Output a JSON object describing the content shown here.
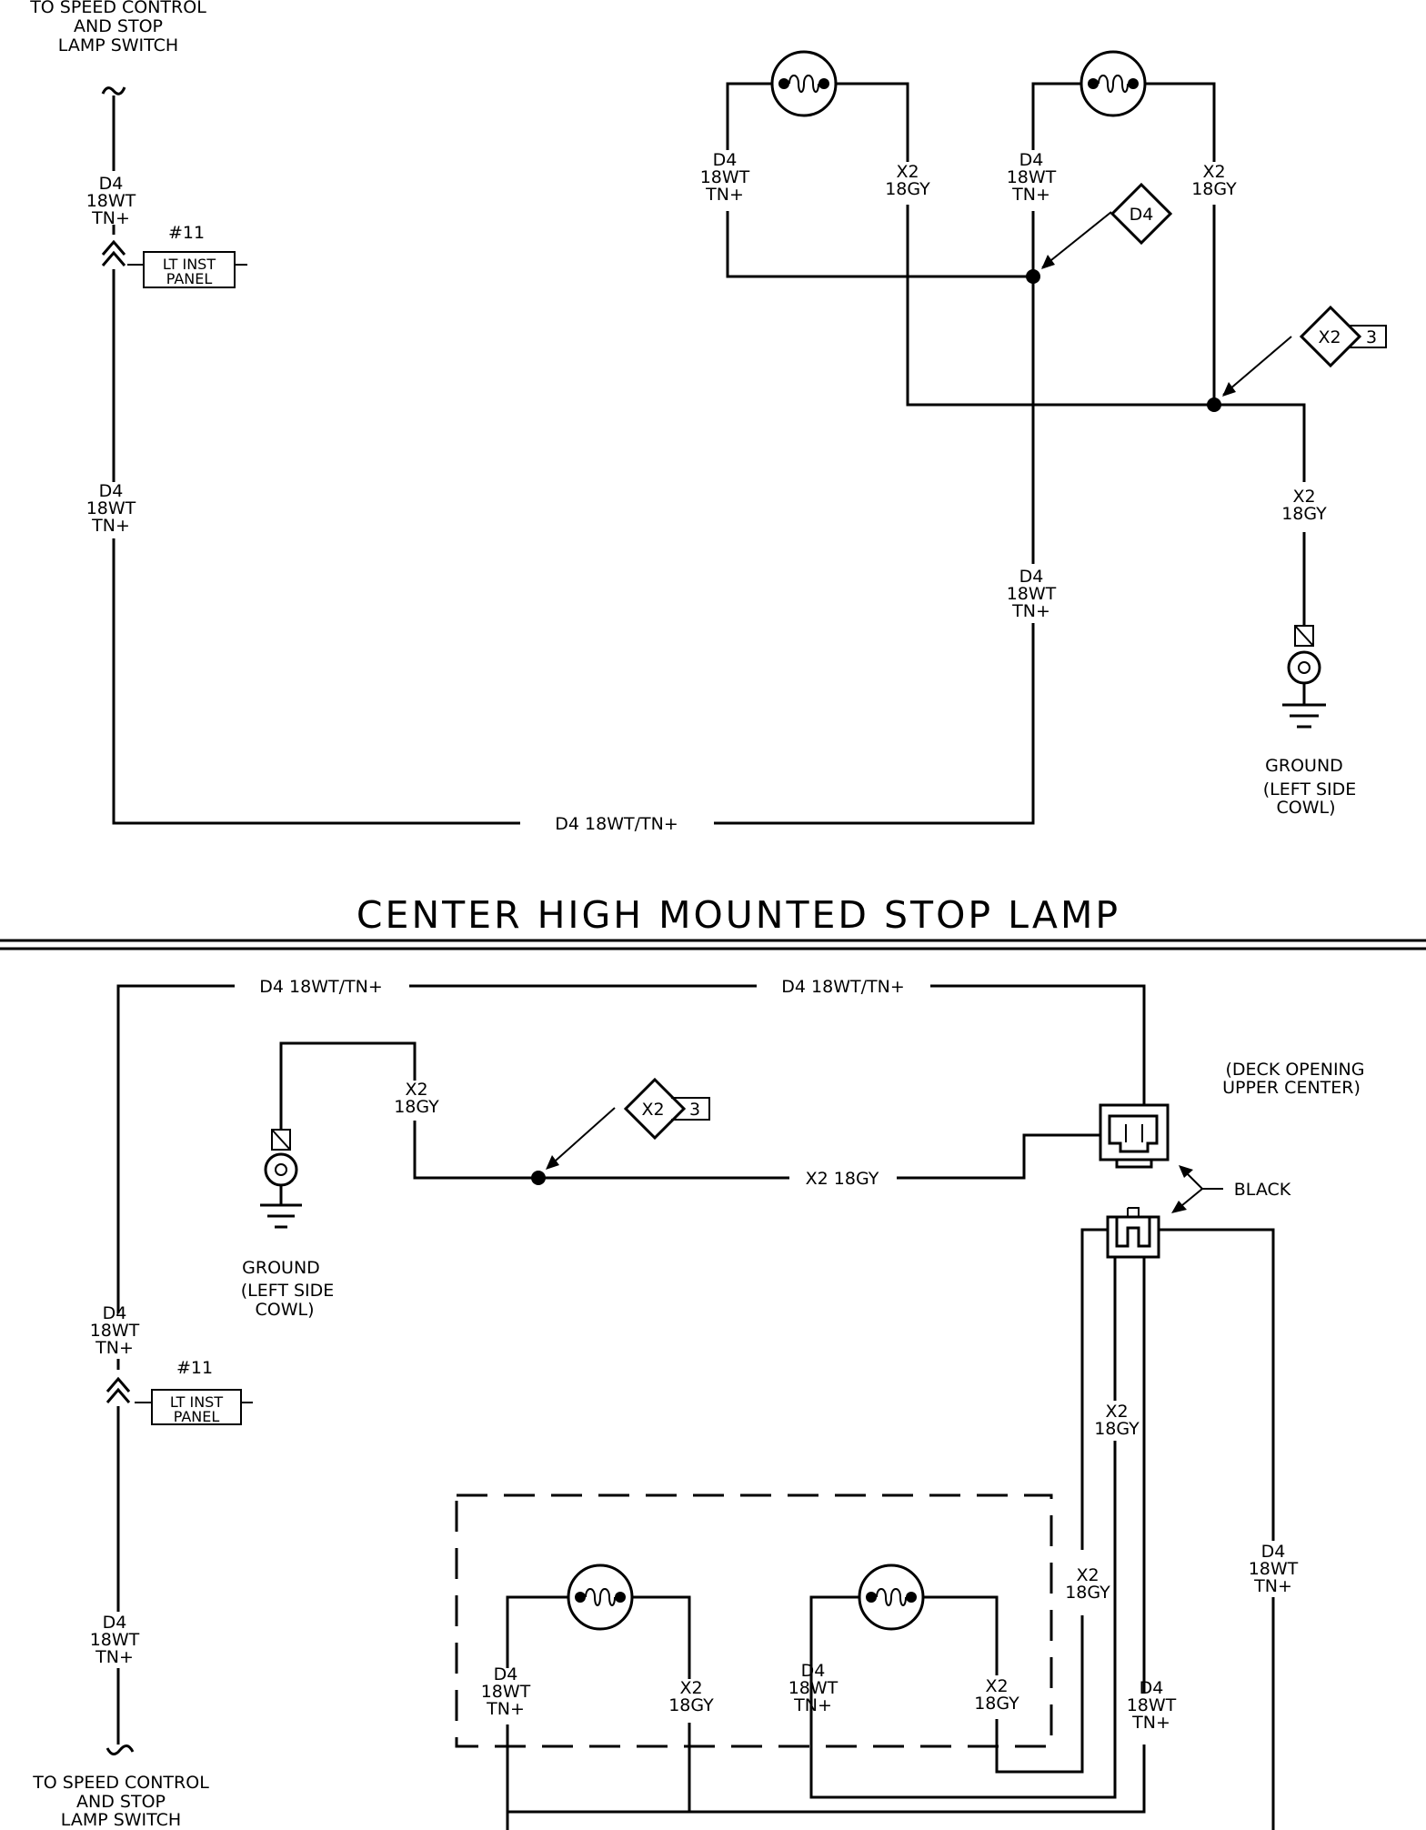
{
  "title": "CENTER HIGH MOUNTED STOP LAMP",
  "top": {
    "source_label": [
      "TO SPEED CONTROL",
      "AND STOP",
      "LAMP SWITCH"
    ],
    "wire_d4_stack": [
      "D4",
      "18WT",
      "TN+"
    ],
    "wire_x2_stack": [
      "X2",
      "18GY"
    ],
    "connector_number": "#11",
    "connector_label": [
      "LT INST",
      "PANEL"
    ],
    "splice_d4_tag": "D4",
    "splice_x2_tag": "X2",
    "splice_x2_ref": "3",
    "bottom_wire": "D4  18WT/TN+",
    "ground_label": [
      "GROUND",
      "(LEFT SIDE",
      "COWL)"
    ]
  },
  "bottom": {
    "top_wire_left": "D4  18WT/TN+",
    "top_wire_right": "D4  18WT/TN+",
    "wire_d4_stack": [
      "D4",
      "18WT",
      "TN+"
    ],
    "wire_x2_stack": [
      "X2",
      "18GY"
    ],
    "x2_run": "X2  18GY",
    "splice_x2_tag": "X2",
    "splice_x2_ref": "3",
    "ground_label": [
      "GROUND",
      "(LEFT SIDE",
      "COWL)"
    ],
    "connector_number": "#11",
    "connector_label": [
      "LT INST",
      "PANEL"
    ],
    "location_label": [
      "(DECK OPENING",
      "UPPER CENTER)"
    ],
    "connector_color": "BLACK",
    "source_label": [
      "TO SPEED CONTROL",
      "AND STOP",
      "LAMP SWITCH"
    ]
  }
}
